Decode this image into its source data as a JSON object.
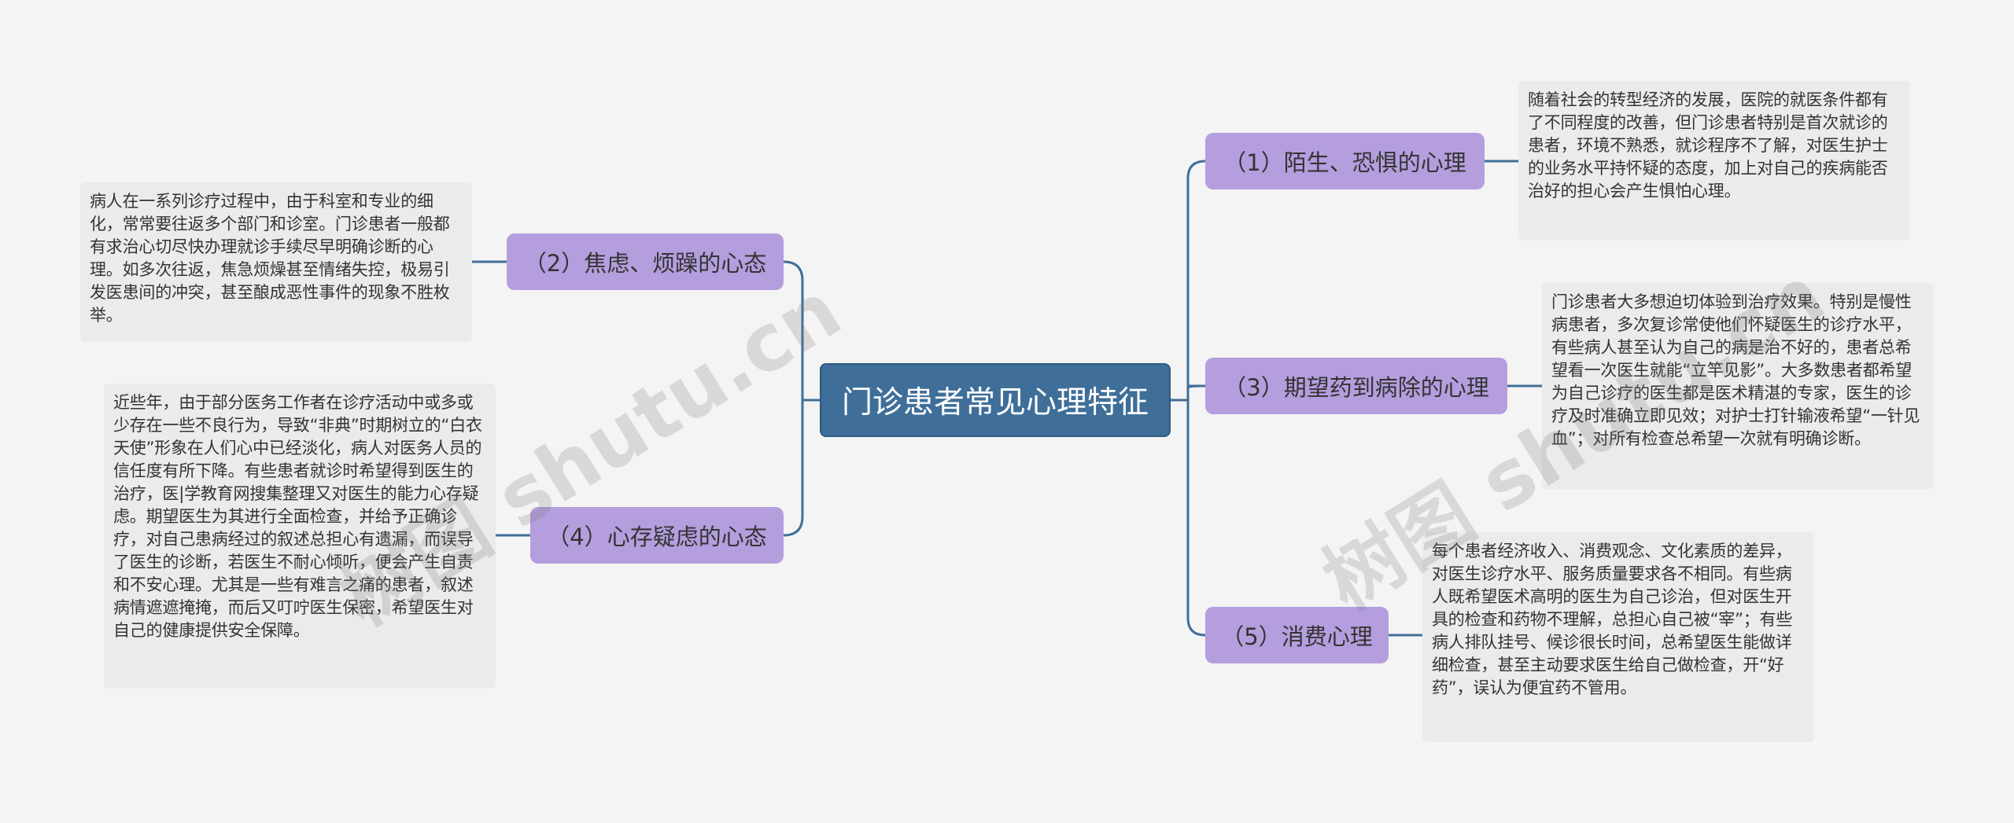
{
  "central": "门诊患者常见心理特征",
  "branches": [
    {
      "label": "（1）陌生、恐惧的心理",
      "note": "随着社会的转型经济的发展，医院的就医条件都有了不同程度的改善，但门诊患者特别是首次就诊的患者，环境不熟悉，就诊程序不了解，对医生护士的业务水平持怀疑的态度，加上对自己的疾病能否治好的担心会产生惧怕心理。"
    },
    {
      "label": "（2）焦虑、烦躁的心态",
      "note": "病人在一系列诊疗过程中，由于科室和专业的细化，常常要往返多个部门和诊室。门诊患者一般都有求治心切尽快办理就诊手续尽早明确诊断的心理。如多次往返，焦急烦燥甚至情绪失控，极易引发医患间的冲突，甚至酿成恶性事件的现象不胜枚举。"
    },
    {
      "label": "（3）期望药到病除的心理",
      "note": "门诊患者大多想迫切体验到治疗效果。特别是慢性病患者，多次复诊常使他们怀疑医生的诊疗水平，有些病人甚至认为自己的病是治不好的，患者总希望看一次医生就能“立竿见影”。大多数患者都希望为自己诊疗的医生都是医术精湛的专家，医生的诊疗及时准确立即见效；对护士打针输液希望“一针见血”；对所有检查总希望一次就有明确诊断。"
    },
    {
      "label": "（4）心存疑虑的心态",
      "note": "近些年，由于部分医务工作者在诊疗活动中或多或少存在一些不良行为，导致“非典”时期树立的“白衣天使”形象在人们心中已经淡化，病人对医务人员的信任度有所下降。有些患者就诊时希望得到医生的治疗，医|学教育网搜集整理又对医生的能力心存疑虑。期望医生为其进行全面检查，并给予正确诊疗，对自己患病经过的叙述总担心有遗漏，而误导了医生的诊断，若医生不耐心倾听，便会产生自责和不安心理。尤其是一些有难言之痛的患者，叙述病情遮遮掩掩，而后又叮咛医生保密，希望医生对自己的健康提供安全保障。"
    },
    {
      "label": "（5）消费心理",
      "note": "每个患者经济收入、消费观念、文化素质的差异，对医生诊疗水平、服务质量要求各不相同。有些病人既希望医术高明的医生为自己诊治，但对医生开具的检查和药物不理解，总担心自己被“宰”；有些病人排队挂号、候诊很长时间，总希望医生能做详细检查，甚至主动要求医生给自己做检查，开“好药”，误认为便宜药不管用。"
    }
  ],
  "watermarks": [
    "树图 shutu.cn",
    "树图 shutu.cn"
  ],
  "colors": {
    "background": "#f4f4f4",
    "central_fill": "#3f6f99",
    "branch_fill": "#b49ede",
    "note_fill": "#ebebeb",
    "connector": "#3f6f99"
  }
}
